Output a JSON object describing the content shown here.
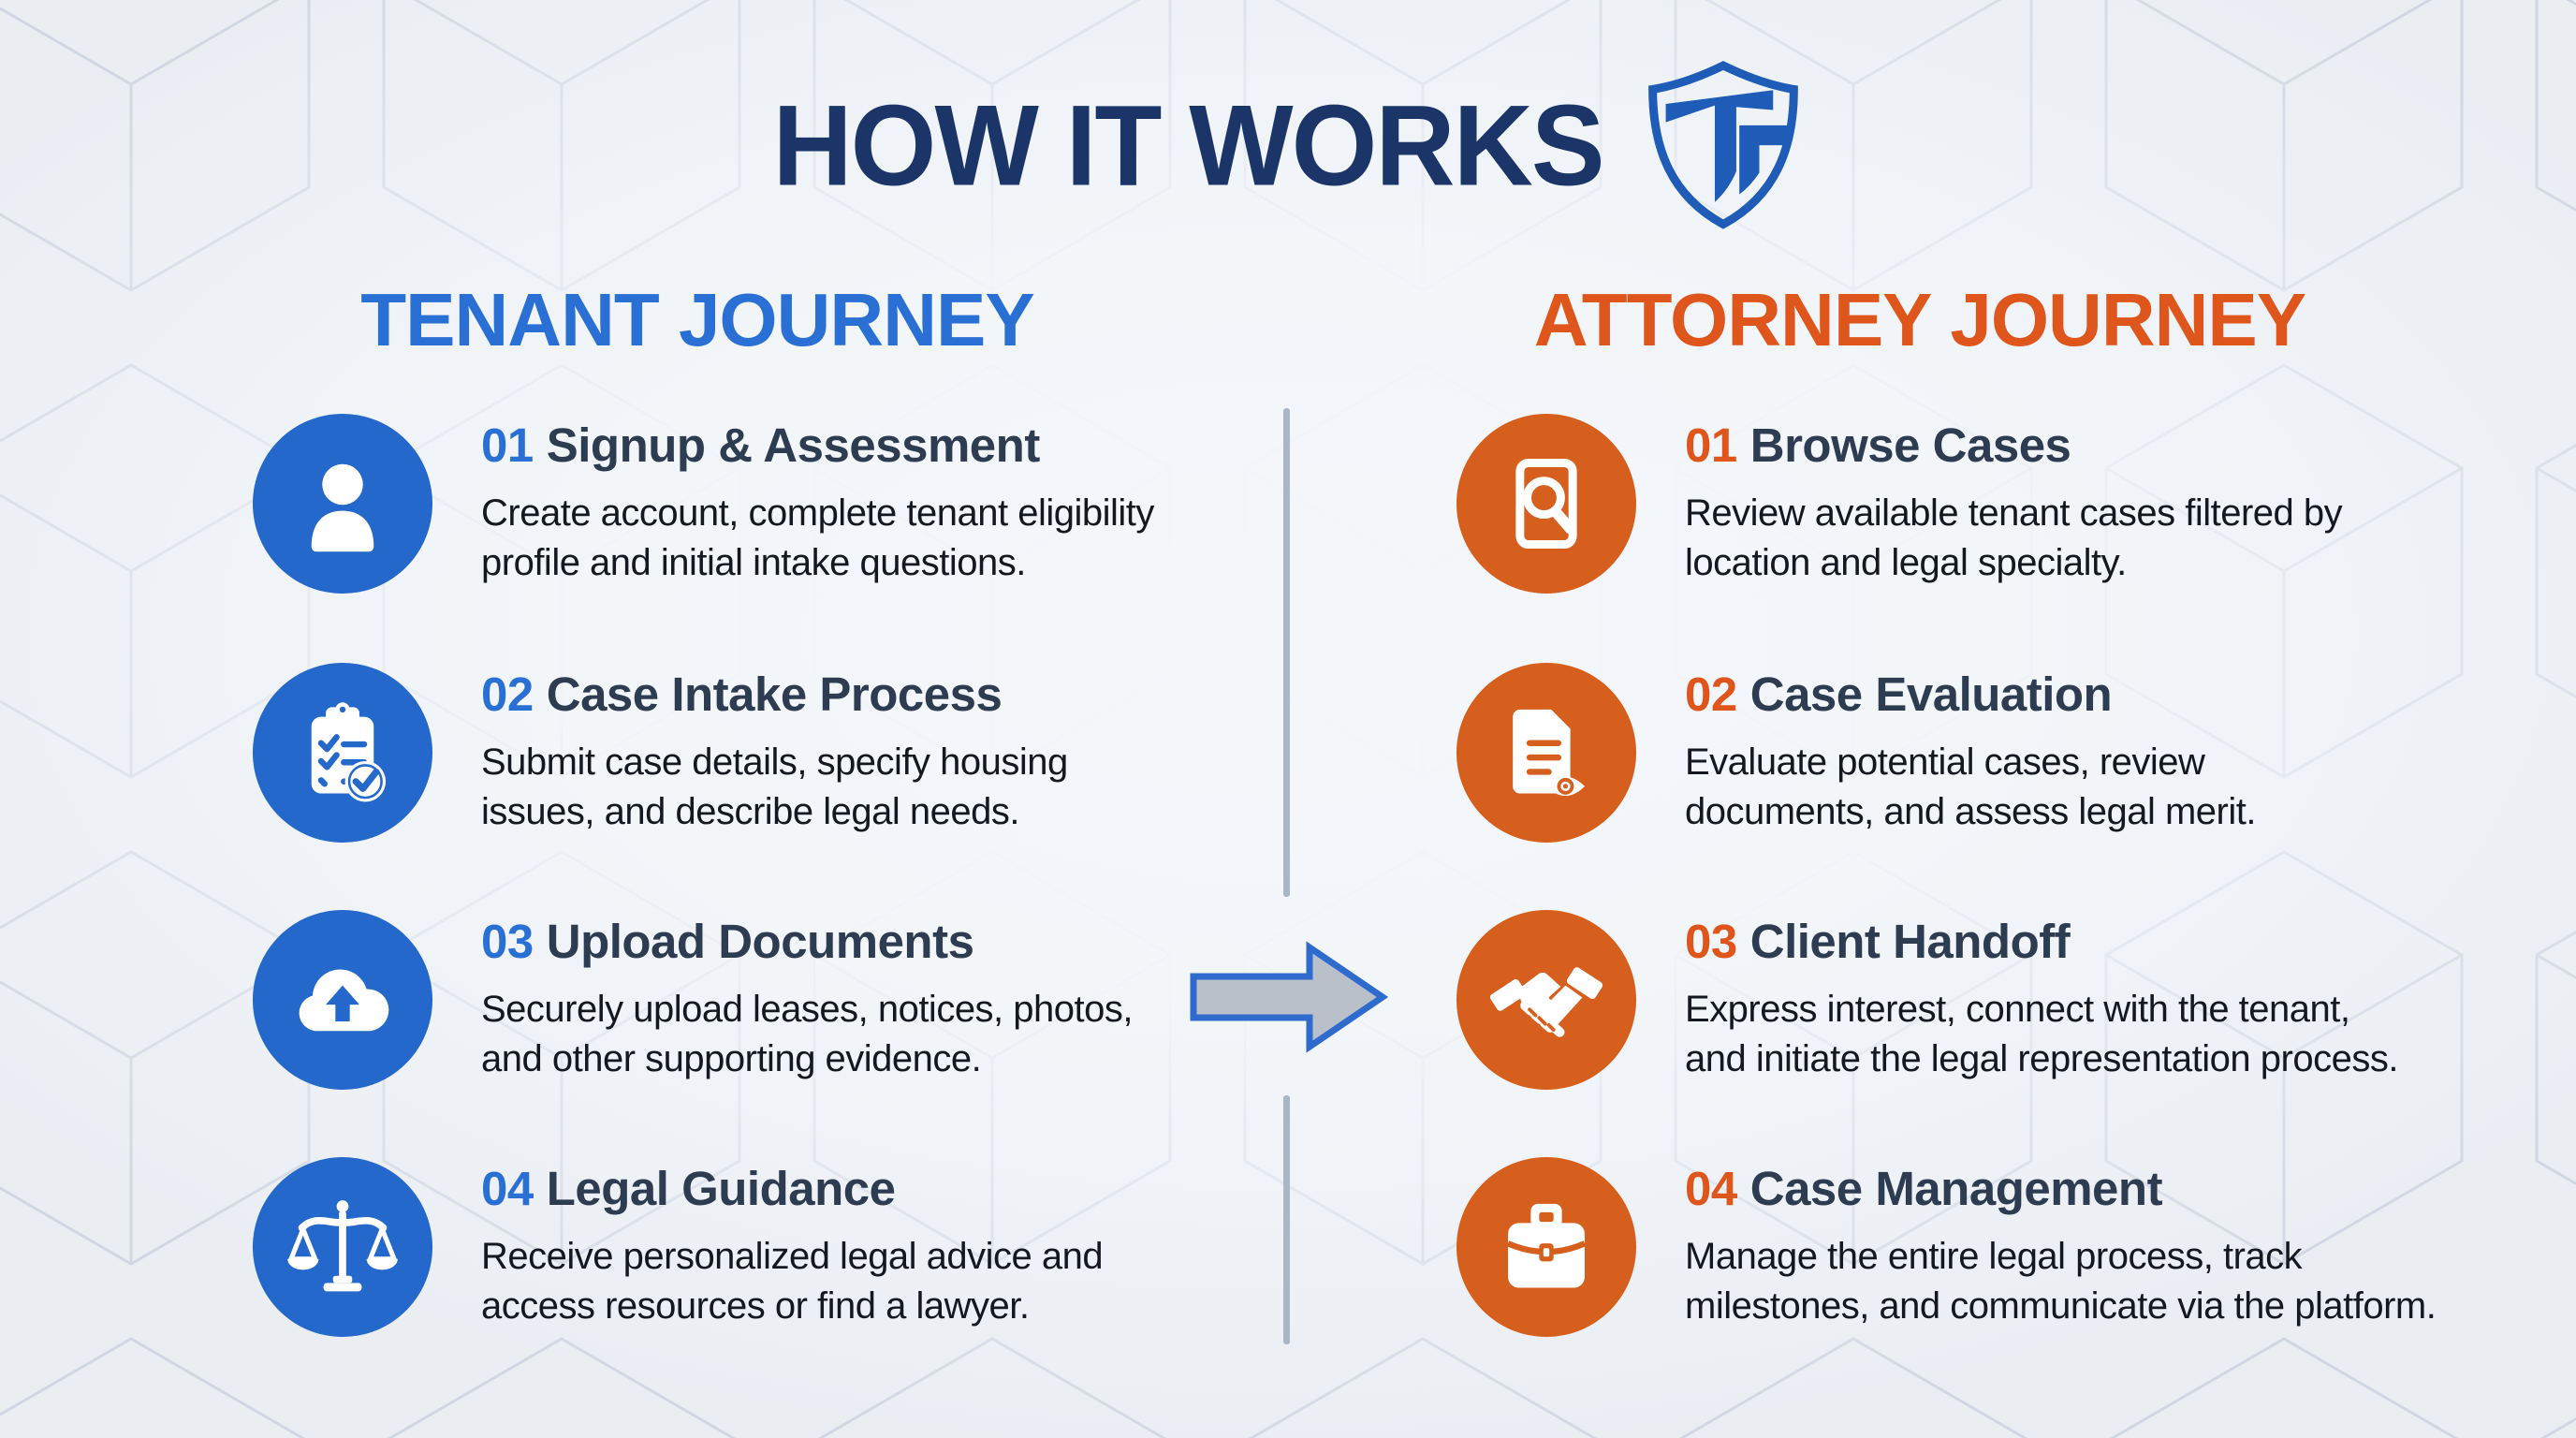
{
  "header": {
    "title": "HOW IT WORKS",
    "logo_name": "TG shield logo"
  },
  "theme": {
    "navy": "#1b3568",
    "blue_accent": "#2a6fd4",
    "orange_accent": "#df561d",
    "blue_circle": "#2368ca",
    "orange_circle": "#d75f1e",
    "text_dark": "#14181f",
    "step_title_color": "#2e3c52",
    "divider_color": "#a9b6c6",
    "arrow_fill": "#b9c0ca",
    "arrow_border": "#2f6bcd"
  },
  "tenant_journey": {
    "heading": "TENANT JOURNEY",
    "steps": [
      {
        "number": "01",
        "title": "Signup & Assessment",
        "icon": "user-icon",
        "description_lines": [
          "Create account, complete tenant eligibility",
          "profile and initial intake questions."
        ]
      },
      {
        "number": "02",
        "title": "Case Intake Process",
        "icon": "clipboard-check-icon",
        "description_lines": [
          "Submit case details, specify housing",
          "issues, and describe legal needs."
        ]
      },
      {
        "number": "03",
        "title": "Upload Documents",
        "icon": "cloud-upload-icon",
        "description_lines": [
          "Securely upload leases, notices, photos,",
          "and other supporting evidence."
        ]
      },
      {
        "number": "04",
        "title": "Legal Guidance",
        "icon": "scales-icon",
        "description_lines": [
          "Receive personalized legal advice and",
          "access resources or find a lawyer."
        ]
      }
    ]
  },
  "attorney_journey": {
    "heading": "ATTORNEY JOURNEY",
    "steps": [
      {
        "number": "01",
        "title": "Browse Cases",
        "icon": "document-search-icon",
        "description_lines": [
          "Review available tenant cases filtered by",
          "location and legal specialty."
        ]
      },
      {
        "number": "02",
        "title": "Case Evaluation",
        "icon": "document-eye-icon",
        "description_lines": [
          "Evaluate potential cases, review",
          "documents, and assess legal merit."
        ]
      },
      {
        "number": "03",
        "title": "Client Handoff",
        "icon": "handshake-icon",
        "description_lines": [
          "Express interest, connect with the tenant,",
          "and initiate the legal representation process."
        ]
      },
      {
        "number": "04",
        "title": "Case Management",
        "icon": "briefcase-icon",
        "description_lines": [
          "Manage the entire legal process, track",
          "milestones, and communicate via the platform."
        ]
      }
    ]
  }
}
